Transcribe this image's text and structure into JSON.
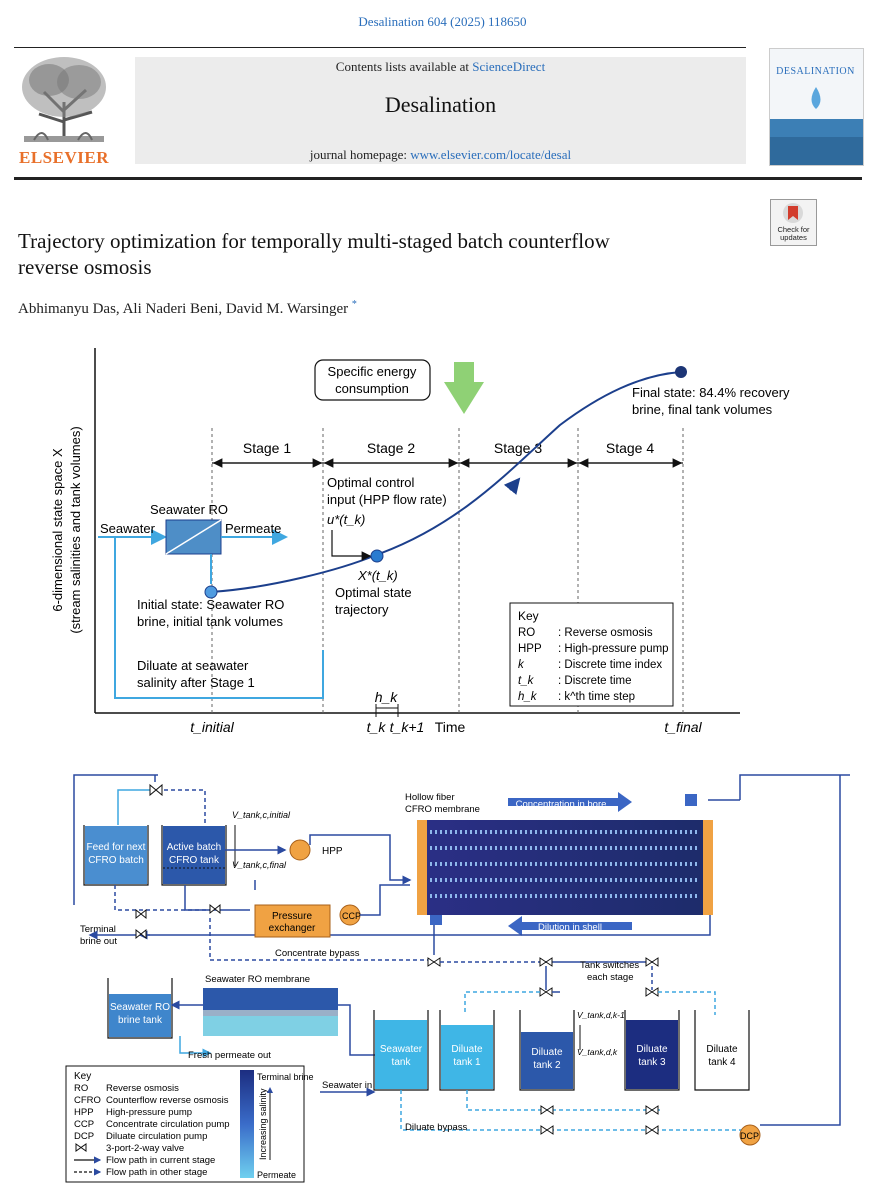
{
  "citation": "Desalination 604 (2025) 118650",
  "header": {
    "contents_prefix": "Contents lists available at",
    "contents_link": "ScienceDirect",
    "journal": "Desalination",
    "homepage_prefix": "journal homepage:",
    "homepage_link": "www.elsevier.com/locate/desal",
    "publisher": "ELSEVIER",
    "cover_title": "DESALINATION",
    "check_updates": [
      "Check for",
      "updates"
    ]
  },
  "article": {
    "title_line1": "Trajectory optimization for temporally multi-staged batch counterflow",
    "title_line2": "reverse osmosis",
    "authors": "Abhimanyu Das, Ali Naderi Beni, David M. Warsinger",
    "author_mark": "*"
  },
  "figure1": {
    "y_axis": [
      "6-dimensional state space X",
      "(stream salinities and tank volumes)"
    ],
    "sec_box": [
      "Specific energy",
      "consumption"
    ],
    "final_state": [
      "Final state: 84.4% recovery",
      "brine, final tank volumes"
    ],
    "stages": [
      "Stage 1",
      "Stage 2",
      "Stage 3",
      "Stage 4"
    ],
    "optimal_control": [
      "Optimal control",
      "input (HPP flow rate)",
      "u*(t_k)"
    ],
    "seawater_ro": "Seawater RO",
    "seawater": "Seawater",
    "permeate": "Permeate",
    "x_star": "X*(t_k)",
    "optimal_state": [
      "Optimal state",
      "trajectory"
    ],
    "initial_state": [
      "Initial state: Seawater RO",
      "brine, initial tank volumes"
    ],
    "diluate": [
      "Diluate at seawater",
      "salinity after Stage 1"
    ],
    "key_title": "Key",
    "key_items": [
      {
        "abbr": "RO",
        "desc": ": Reverse osmosis"
      },
      {
        "abbr": "HPP",
        "desc": ": High-pressure pump"
      },
      {
        "abbr": "k",
        "desc": ": Discrete time index"
      },
      {
        "abbr": "t_k",
        "desc": ": Discrete time"
      },
      {
        "abbr": "h_k",
        "desc": ": k^th time step"
      }
    ],
    "x_labels": {
      "t_initial": "t_initial",
      "h_k": "h_k",
      "t_k": "t_k",
      "t_k1": "t_k+1",
      "time": "Time",
      "t_final": "t_final"
    }
  },
  "figure2": {
    "feed_tank": [
      "Feed for next",
      "CFRO batch"
    ],
    "active_tank": [
      "Active batch",
      "CFRO tank"
    ],
    "v_initial": "V_tank,c,initial",
    "v_final": "V_tank,c,final",
    "hpp": "HPP",
    "ccp": "CCP",
    "dcp": "DCP",
    "membrane": [
      "Hollow fiber",
      "CFRO membrane"
    ],
    "bore": "Concentration in bore",
    "shell": "Dilution in shell",
    "pressure_exchanger": [
      "Pressure",
      "exchanger"
    ],
    "terminal_brine_out": [
      "Terminal",
      "brine out"
    ],
    "concentrate_bypass": "Concentrate bypass",
    "tank_switches": [
      "Tank switches",
      "each stage"
    ],
    "sw_ro_membrane": "Seawater RO membrane",
    "sw_brine_tank": [
      "Seawater RO",
      "brine tank"
    ],
    "fresh_permeate": "Fresh permeate out",
    "seawater_tank": [
      "Seawater",
      "tank"
    ],
    "diluate_tanks": [
      [
        "Diluate",
        "tank 1"
      ],
      [
        "Diluate",
        "tank 2"
      ],
      [
        "Diluate",
        "tank 3"
      ],
      [
        "Diluate",
        "tank 4"
      ]
    ],
    "v_k1": "V_tank,d,k-1",
    "v_k": "V_tank,d,k",
    "seawater_in": "Seawater in",
    "diluate_bypass": "Diluate bypass",
    "key_title": "Key",
    "key_items": [
      {
        "abbr": "RO",
        "desc": "Reverse osmosis"
      },
      {
        "abbr": "CFRO",
        "desc": "Counterflow reverse osmosis"
      },
      {
        "abbr": "HPP",
        "desc": "High-pressure pump"
      },
      {
        "abbr": "CCP",
        "desc": "Concentrate circulation pump"
      },
      {
        "abbr": "DCP",
        "desc": "Diluate circulation pump"
      },
      {
        "abbr": "",
        "desc": "3-port-2-way valve"
      },
      {
        "abbr": "",
        "desc": "Flow path in current stage"
      },
      {
        "abbr": "",
        "desc": "Flow path in other stage"
      }
    ],
    "salinity_top": "Terminal brine",
    "salinity_axis": "Increasing salinity",
    "salinity_bottom": "Permeate"
  }
}
